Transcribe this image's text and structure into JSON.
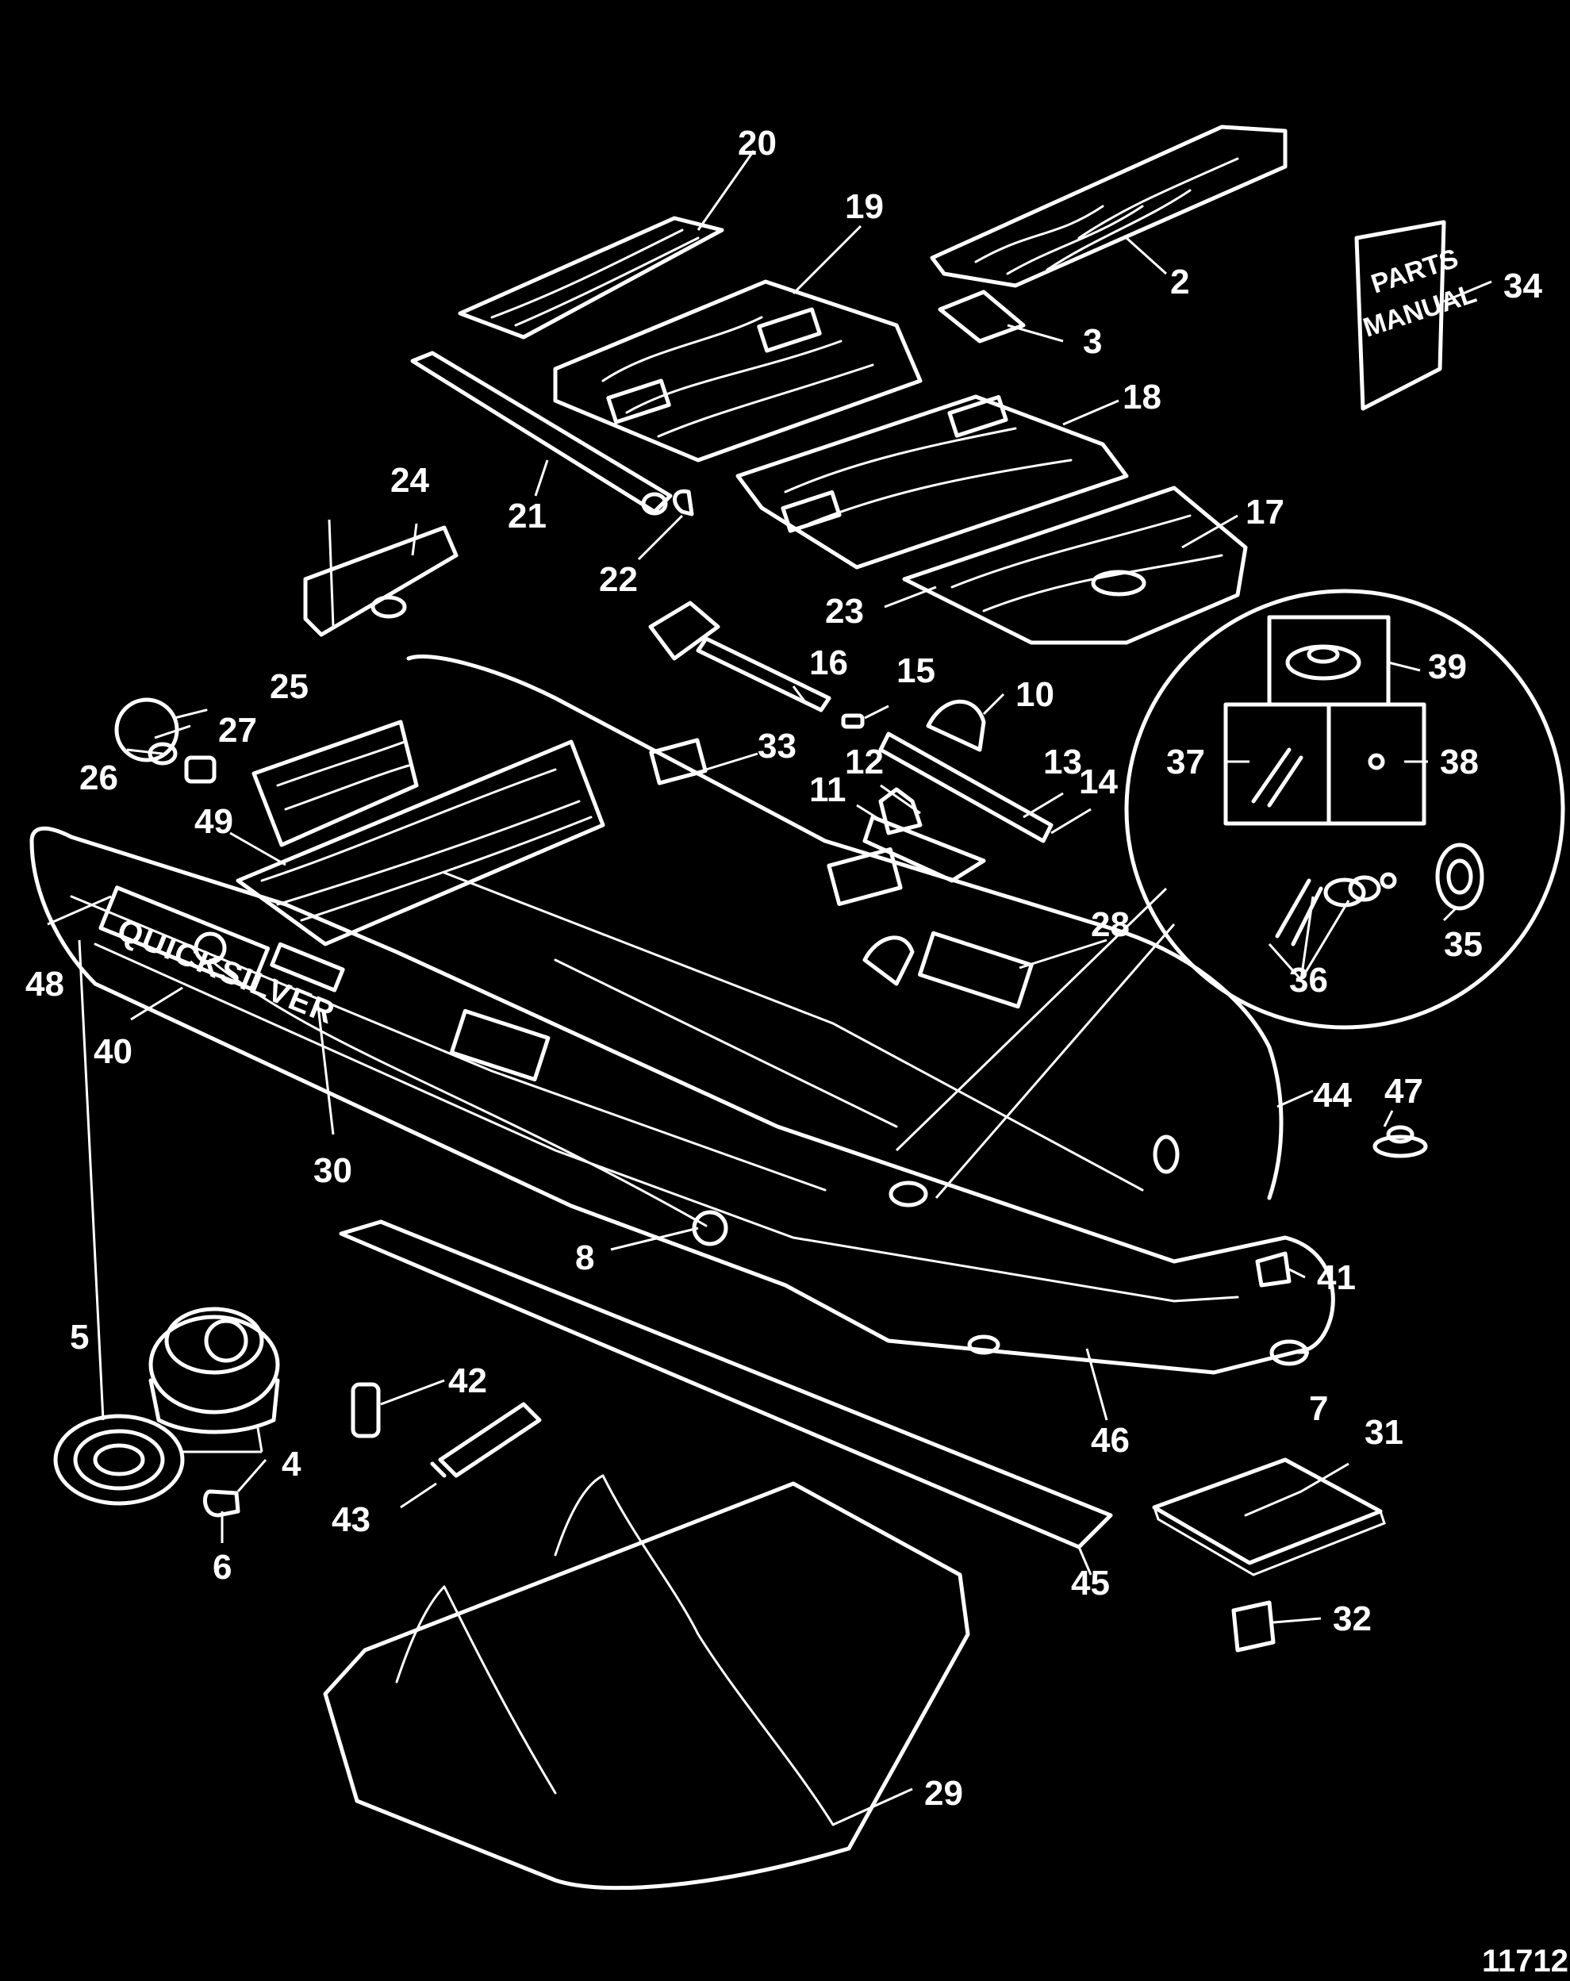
{
  "diagram": {
    "callouts": [
      "2",
      "3",
      "4",
      "5",
      "6",
      "7",
      "8",
      "10",
      "11",
      "12",
      "13",
      "14",
      "15",
      "16",
      "17",
      "18",
      "19",
      "20",
      "21",
      "22",
      "23",
      "24",
      "25",
      "26",
      "27",
      "28",
      "29",
      "30",
      "31",
      "32",
      "33",
      "34",
      "35",
      "36",
      "37",
      "38",
      "39",
      "40",
      "41",
      "42",
      "43",
      "44",
      "45",
      "46",
      "47",
      "48",
      "49"
    ],
    "reference_code": "11712",
    "manual_label": [
      "PARTS",
      "MANUAL"
    ],
    "boat_logo": "QUICKSILVER"
  }
}
